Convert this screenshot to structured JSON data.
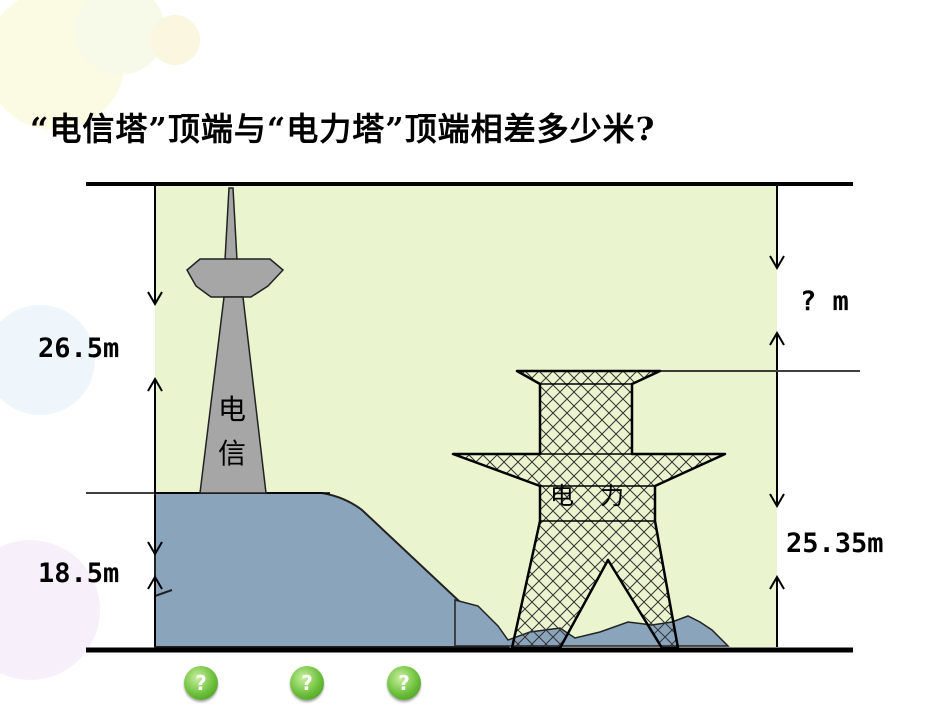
{
  "title": "“电信塔”顶端与“电力塔”顶端相差多少米?",
  "labels": {
    "telecom_upper": "26.5m",
    "telecom_lower": "18.5m",
    "unknown": "? m",
    "power_height": "25.35m"
  },
  "towers": {
    "telecom_chars": [
      "电",
      "信"
    ],
    "power_chars": [
      "电",
      "力"
    ]
  },
  "buttons": [
    "?",
    "?",
    "?"
  ],
  "colors": {
    "sky": "#eaf5cf",
    "hill": "#8aa4bc",
    "tower": "#a6a6a6",
    "button": "#6cbf3a"
  }
}
